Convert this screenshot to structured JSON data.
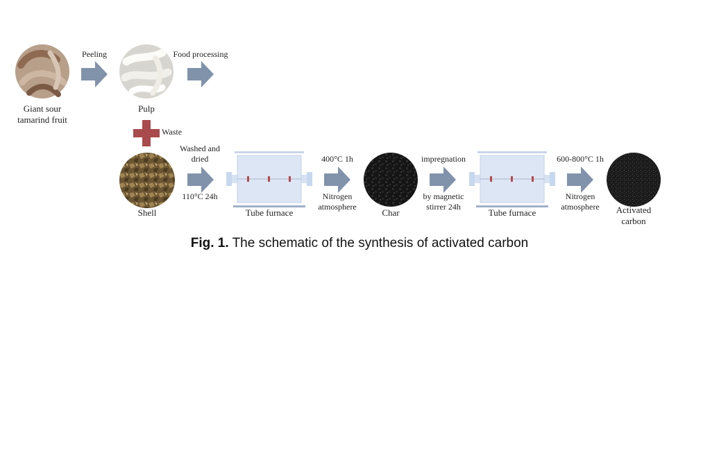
{
  "nodes": {
    "fruit": [
      "Giant sour",
      "tamarind fruit"
    ],
    "pulp": "Pulp",
    "shell": "Shell",
    "furnace1": "Tube furnace",
    "char": "Char",
    "furnace2": "Tube furnace",
    "activated": [
      "Activated",
      "carbon"
    ]
  },
  "steps": {
    "peeling": "Peeling",
    "food_processing": "Food processing",
    "waste": "Waste",
    "wash_top": [
      "Washed and",
      "dried"
    ],
    "wash_bottom": "110°C 24h",
    "pyro_top": "400°C 1h",
    "pyro_bottom": [
      "Nitrogen",
      "atmosphere"
    ],
    "impreg_top": "impregnation",
    "impreg_bottom": [
      "by magnetic",
      "stirrer 24h"
    ],
    "act_top": "600-800°C 1h",
    "act_bottom": [
      "Nitrogen",
      "atmosphere"
    ]
  },
  "caption": {
    "label": "Fig. 1.",
    "text": " The schematic of the synthesis of activated carbon"
  },
  "colors": {
    "arrow": "#8192ab",
    "plus": "#a94a4c",
    "furnace": "#dce6f5",
    "furnace_band": "#b54a4a"
  }
}
